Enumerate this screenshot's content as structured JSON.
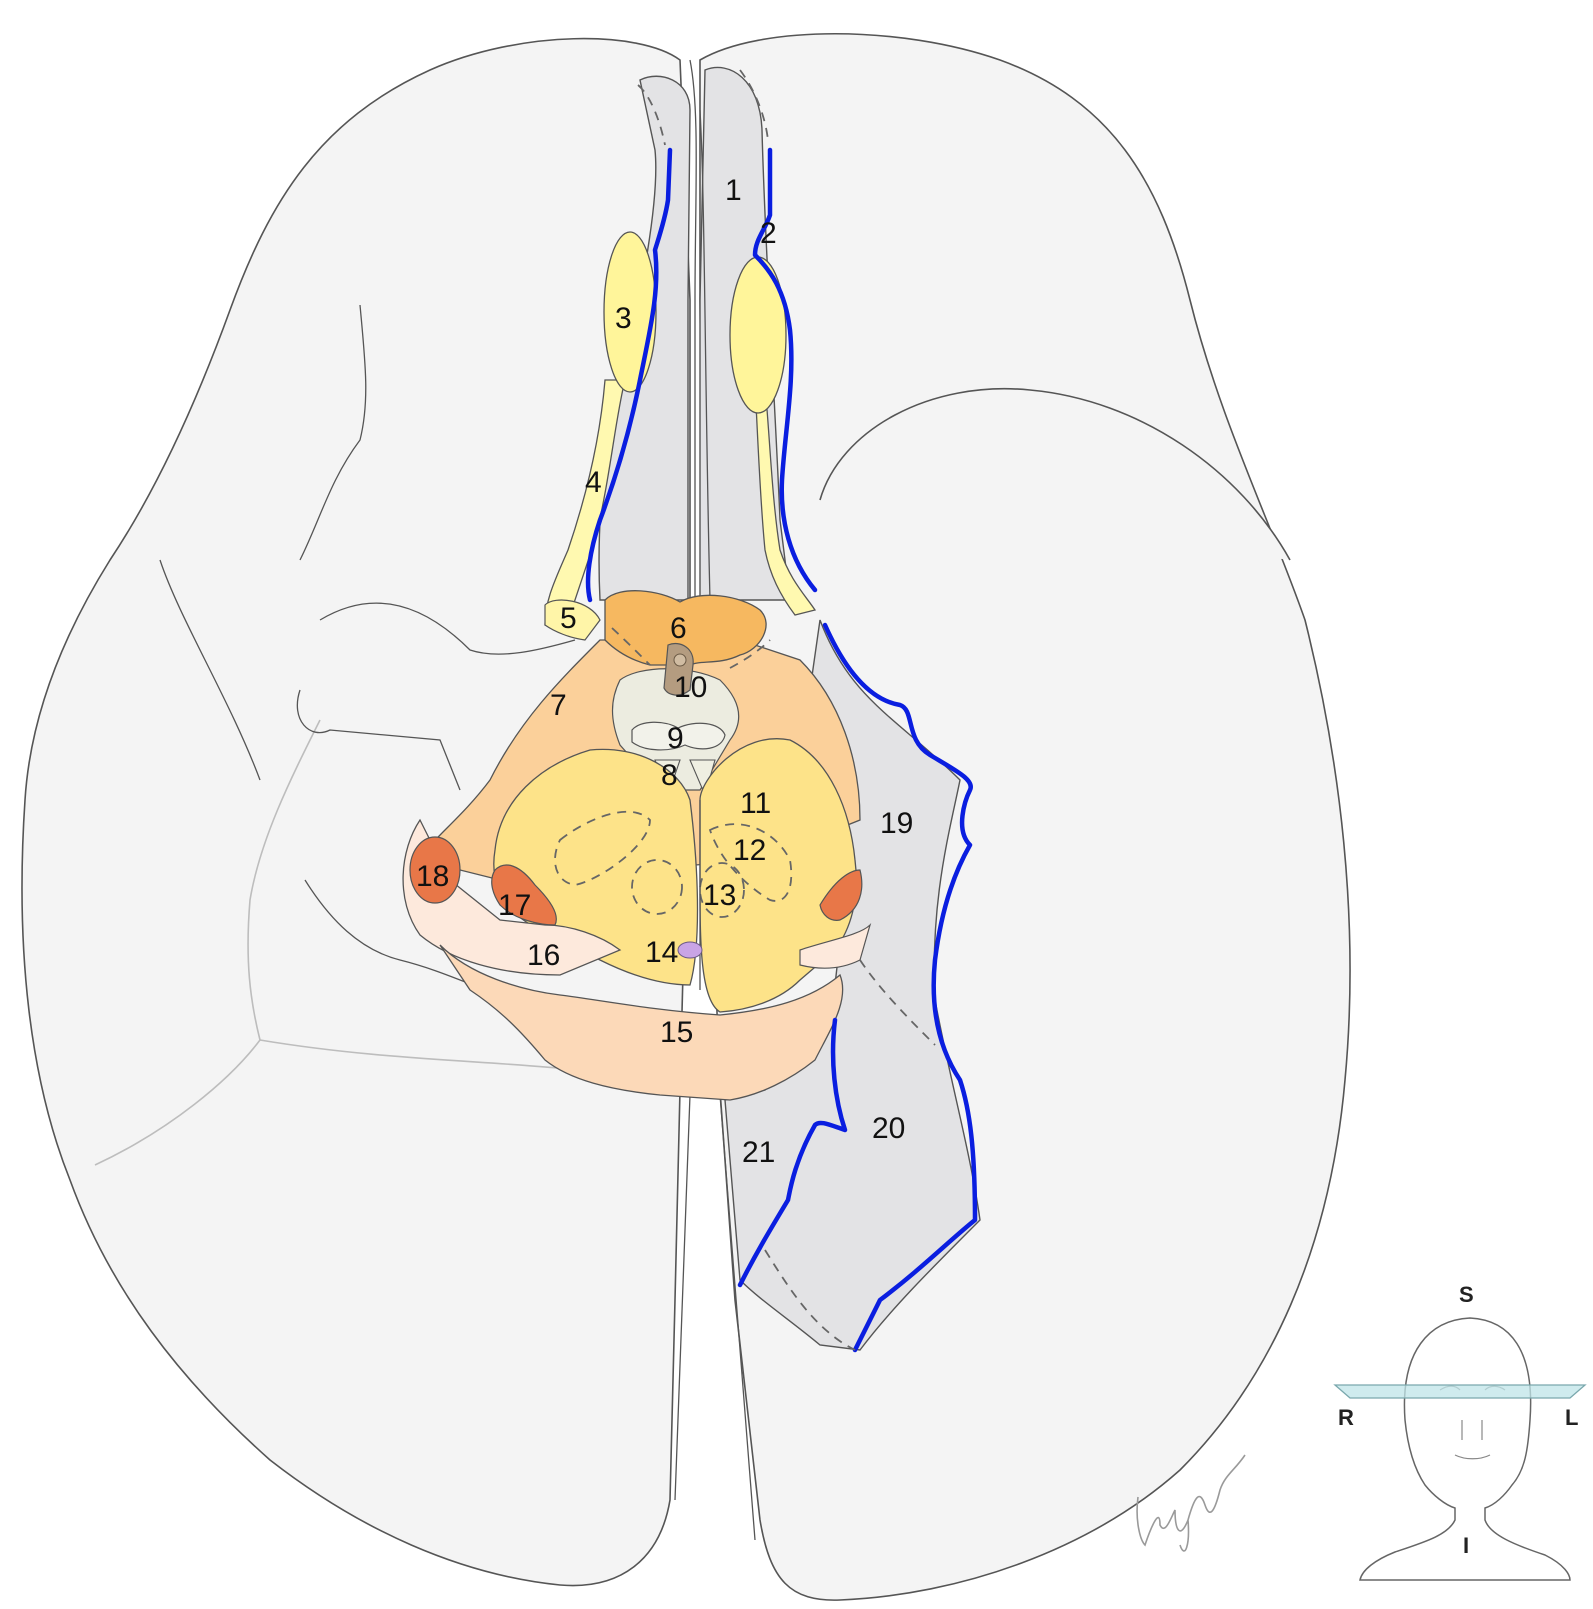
{
  "diagram": {
    "structure_labels": [
      "1",
      "2",
      "3",
      "4",
      "5",
      "6",
      "7",
      "8",
      "9",
      "10",
      "11",
      "12",
      "13",
      "14",
      "15",
      "16",
      "17",
      "18",
      "19",
      "20",
      "21"
    ],
    "orientation": {
      "superior": "S",
      "inferior": "I",
      "right": "R",
      "left": "L"
    },
    "colors": {
      "brain_surface": "#f4f4f4",
      "gyrus_shade": "#e3e3e5",
      "boundary_line": "#0a1ee0",
      "olfactory": "#fff9b0",
      "optic_chiasm_uncus": "#f6b860",
      "pons_cerebellum": "#fde389",
      "peduncle_area": "#ecece0",
      "pituitary_stalk": "#b49c80",
      "lower_brainstem": "#fcd9b8",
      "temporal_floor": "#fde9dc",
      "red_structures": "#e87748",
      "aqueduct": "#c9a4e6"
    }
  }
}
